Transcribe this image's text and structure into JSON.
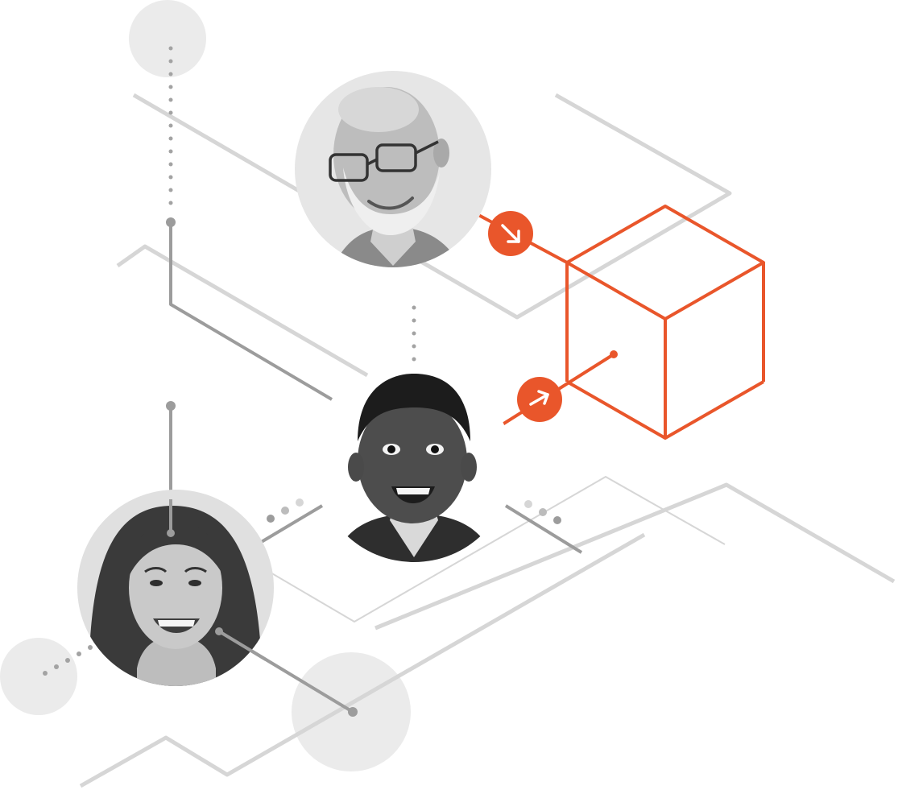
{
  "colors": {
    "background": "#ffffff",
    "accent": "#e9562b",
    "line_light": "#d6d6d6",
    "line_mid": "#9c9c9c",
    "dot": "#a3a3a3",
    "disc": "#ebebeb",
    "photo_bg": "#e6e6e6"
  },
  "people": [
    {
      "id": "older-man",
      "icon": "portrait-older-man-with-glasses"
    },
    {
      "id": "child",
      "icon": "portrait-smiling-child"
    },
    {
      "id": "young-woman",
      "icon": "portrait-smiling-young-woman"
    }
  ],
  "arrows": [
    {
      "id": "arrow-from-older-man",
      "icon": "arrow-down-right-icon"
    },
    {
      "id": "arrow-from-child",
      "icon": "arrow-up-right-icon"
    }
  ],
  "target": {
    "id": "cube",
    "icon": "cube-outline-icon"
  }
}
